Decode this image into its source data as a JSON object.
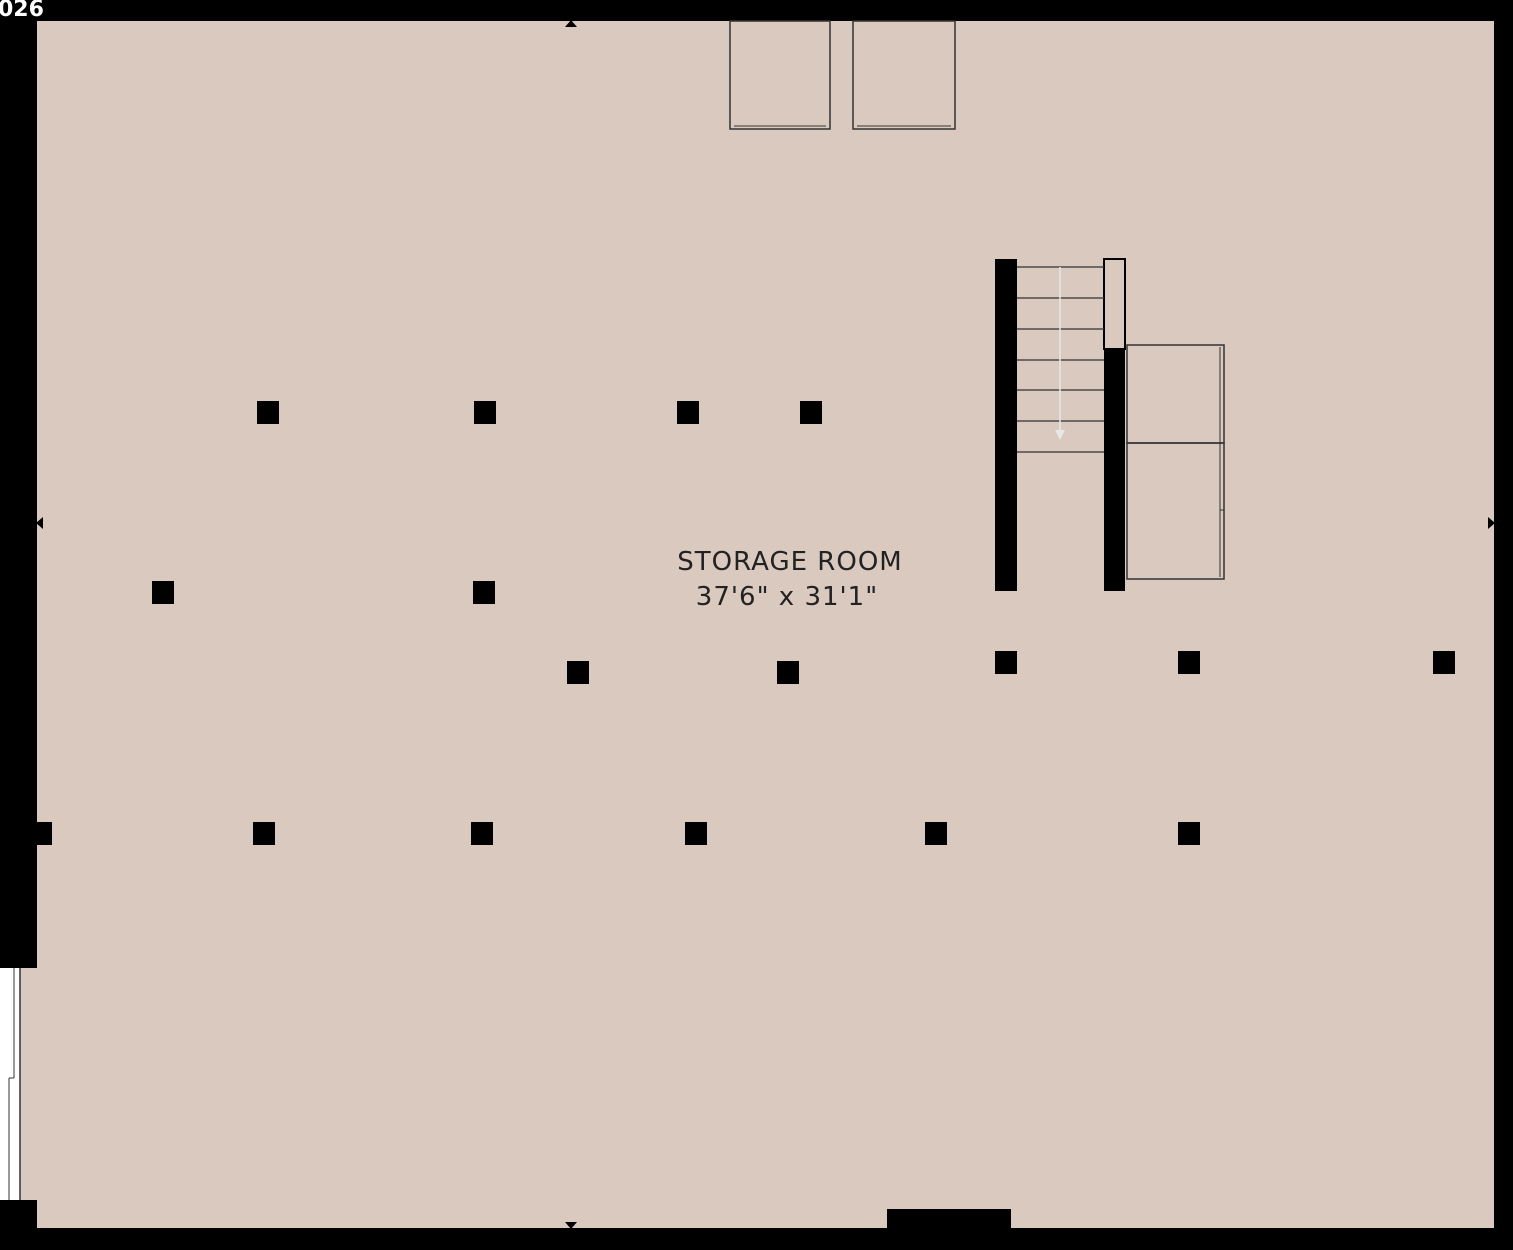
{
  "corner_text": "026",
  "room": {
    "name": "STORAGE ROOM",
    "dimensions": "37'6\" x 31'1\""
  },
  "colors": {
    "floor": "#d9c9be",
    "wall": "#000000",
    "fixture_stroke": "#333333",
    "background": "#ffffff"
  }
}
